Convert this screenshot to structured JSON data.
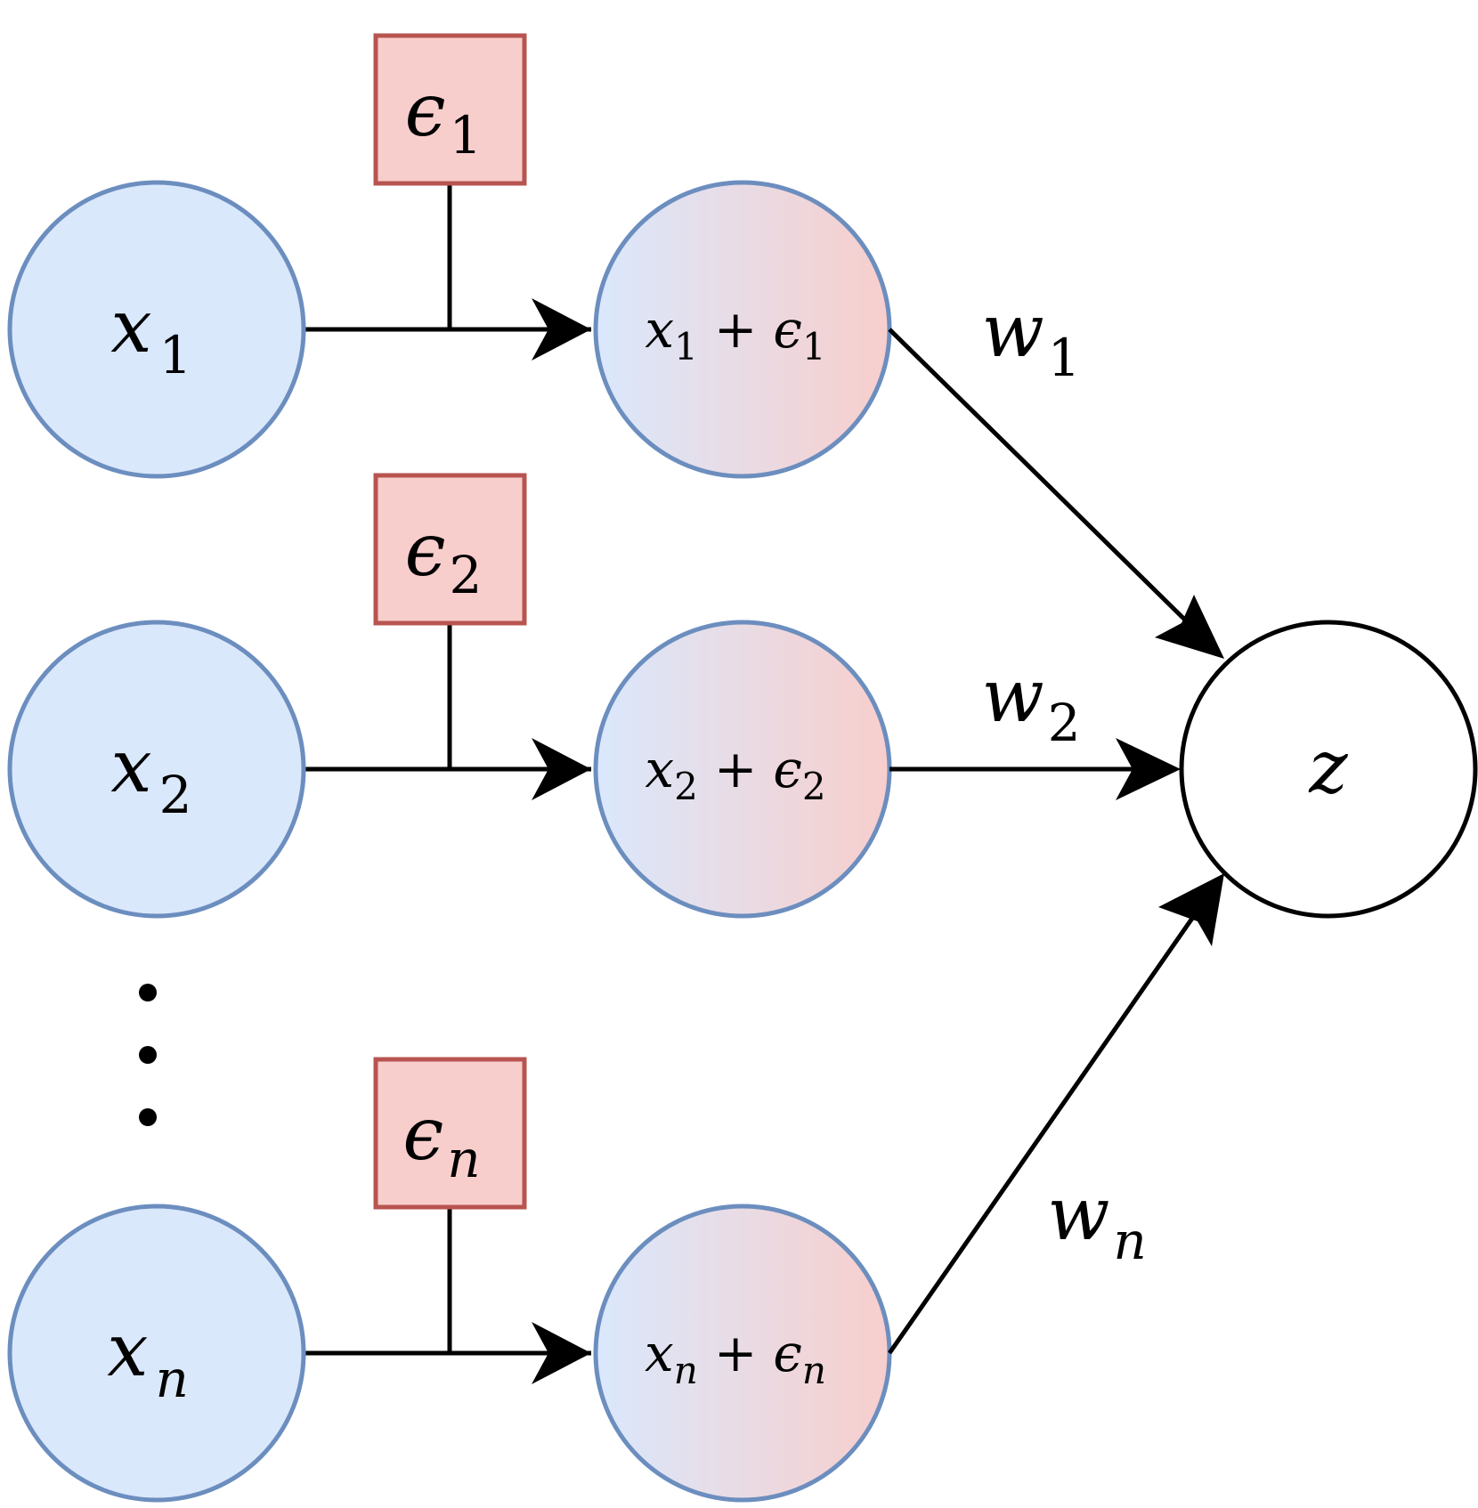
{
  "colors": {
    "input_fill": "#dae8fc",
    "input_stroke": "#6c8ebf",
    "noise_fill": "#f8cecc",
    "noise_stroke": "#b85450",
    "edge": "#000000",
    "output_fill": "#ffffff",
    "output_stroke": "#000000"
  },
  "rows": [
    {
      "input": {
        "base": "x",
        "sub": "1"
      },
      "noise": {
        "base": "ϵ",
        "sub": "1"
      },
      "sum": {
        "base1": "x",
        "sub1": "1",
        "op": "+",
        "base2": "ϵ",
        "sub2": "1"
      },
      "weight": {
        "base": "w",
        "sub": "1"
      }
    },
    {
      "input": {
        "base": "x",
        "sub": "2"
      },
      "noise": {
        "base": "ϵ",
        "sub": "2"
      },
      "sum": {
        "base1": "x",
        "sub1": "2",
        "op": "+",
        "base2": "ϵ",
        "sub2": "2"
      },
      "weight": {
        "base": "w",
        "sub": "2"
      }
    },
    {
      "input": {
        "base": "x",
        "sub": "n"
      },
      "noise": {
        "base": "ϵ",
        "sub": "n"
      },
      "sum": {
        "base1": "x",
        "sub1": "n",
        "op": "+",
        "base2": "ϵ",
        "sub2": "n"
      },
      "weight": {
        "base": "w",
        "sub": "n"
      }
    }
  ],
  "output": {
    "label": "z"
  }
}
